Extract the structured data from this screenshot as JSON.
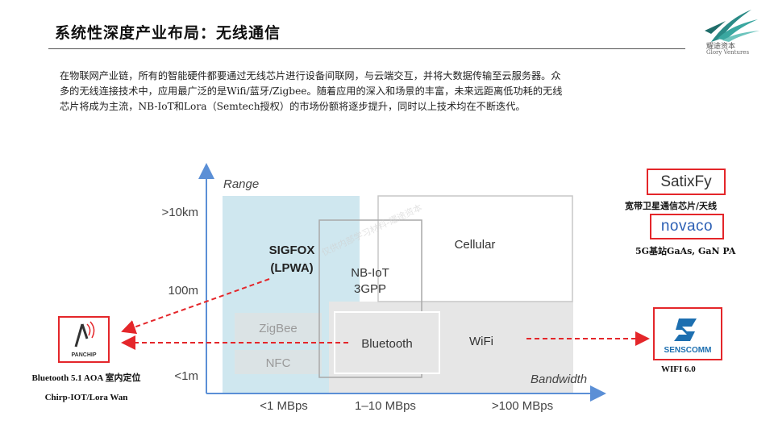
{
  "header": {
    "title": "系统性深度产业布局：无线通信",
    "logo_cn": "耀途资本",
    "logo_en": "Glory Ventures"
  },
  "intro": {
    "line1": "在物联网产业链，所有的智能硬件都要通过无线芯片进行设备间联网，与云端交互，并将大数据传输至云服务器。众",
    "line2": "多的无线连接技术中，应用最广泛的是Wifi/蓝牙/Zigbee。随着应用的深入和场景的丰富，未来远距离低功耗的无线",
    "line3": "芯片将成为主流，NB-IoT和Lora（Semtech授权）的市场份额将逐步提升，同时以上技术均在不断迭代。"
  },
  "diagram": {
    "y_axis_label": "Range",
    "x_axis_label": "Bandwidth",
    "y_ticks": [
      ">10km",
      "100m",
      "<1m"
    ],
    "x_ticks": [
      "<1 MBps",
      "1–10 MBps",
      ">100 MBps"
    ],
    "sigfox_line1": "SIGFOX",
    "sigfox_line2": "(LPWA)",
    "nbiot_line1": "NB-IoT",
    "nbiot_line2": "3GPP",
    "cellular": "Cellular",
    "zigbee": "ZigBee",
    "nfc": "NFC",
    "bluetooth": "Bluetooth",
    "wifi": "WiFi",
    "watermark": "仅供内部学习材料-耀途资本"
  },
  "companies": {
    "satixfy": {
      "name": "SatixFy",
      "caption": "宽带卫星通信芯片/天线"
    },
    "novaco": {
      "name": "novaco",
      "caption": "5G基站GaAs, GaN PA"
    },
    "senscomm": {
      "name": "SENSCOMM",
      "caption": "WIFI 6.0"
    },
    "panchip": {
      "name": "PANCHIP",
      "caption_line1": "Bluetooth 5.1 AOA 室内定位",
      "caption_line2": "Chirp-IOT/Lora Wan"
    }
  },
  "colors": {
    "accent_red": "#e4262a",
    "lpwa_blue": "#cfe7ef",
    "axis_blue": "#5b8fd6",
    "gray_band": "#e6e6e6"
  }
}
